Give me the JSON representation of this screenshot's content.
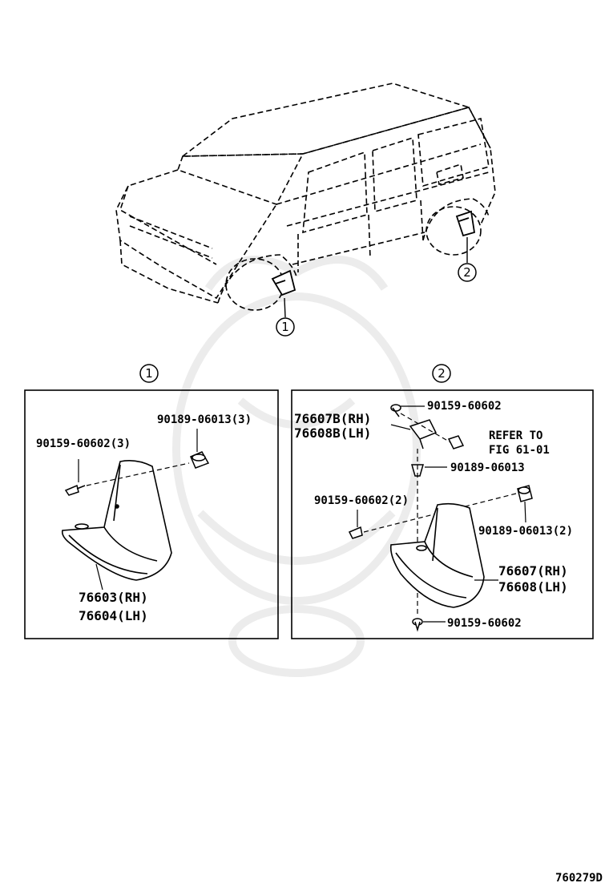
{
  "callouts": {
    "overview_1": "1",
    "overview_2": "2",
    "panel1_marker": "1",
    "panel2_marker": "2"
  },
  "panel1": {
    "clip_label": "90189-06013(3)",
    "screw_label": "90159-60602(3)",
    "part_rh": "76603(RH)",
    "part_lh": "76604(LH)"
  },
  "panel2": {
    "screw_top": "90159-60602",
    "bracket_rh": "76607B(RH)",
    "bracket_lh": "76608B(LH)",
    "refer_line1": "REFER TO",
    "refer_line2": "FIG 61-01",
    "clip_mid": "90189-06013",
    "screw_mid": "90159-60602(2)",
    "clip_right": "90189-06013(2)",
    "part_rh": "76607(RH)",
    "part_lh": "76608(LH)",
    "screw_bottom": "90159-60602"
  },
  "figure_id": "760279D"
}
